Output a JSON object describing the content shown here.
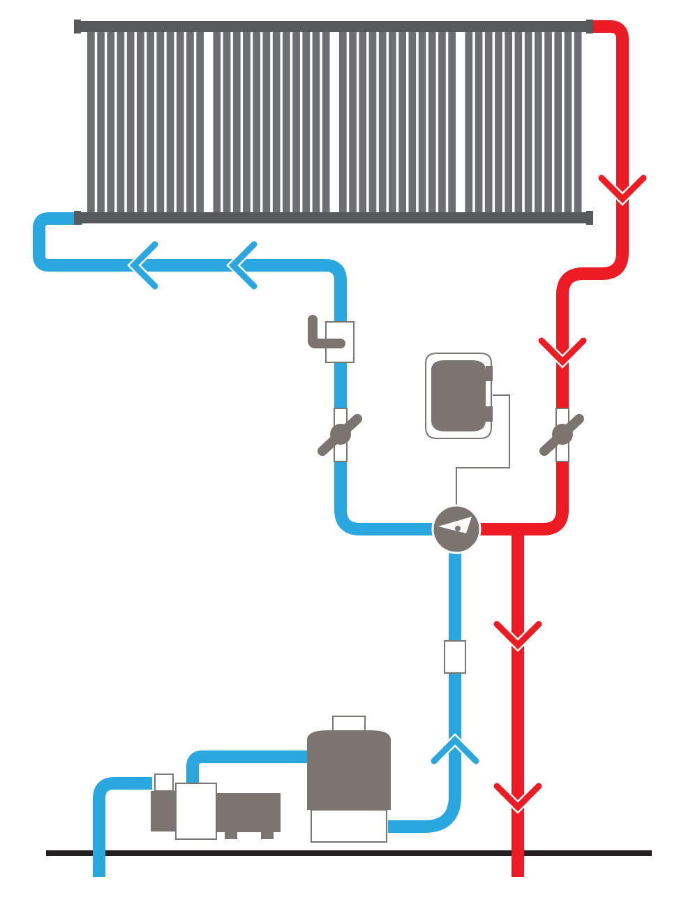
{
  "colors": {
    "cold_pipe": "#2aa7df",
    "hot_pipe": "#ed1c24",
    "equipment": "#7b7470",
    "panel_tube": "#6d6e71",
    "panel_header": "#58595b",
    "ground": "#231f20"
  },
  "components": {
    "solar_collector": {
      "panel_count": 4,
      "tubes_per_panel": 12,
      "icon": "solar-collector-icon"
    },
    "vacuum_breaker": {
      "icon": "vacuum-breaker-icon"
    },
    "isolation_valves": {
      "count": 2,
      "icon": "ball-valve-icon"
    },
    "controller": {
      "icon": "solar-controller-icon"
    },
    "diverter_valve": {
      "icon": "three-way-valve-icon"
    },
    "check_valve": {
      "icon": "check-valve-icon"
    },
    "pool_filter": {
      "icon": "pool-filter-icon"
    },
    "pump": {
      "icon": "pool-pump-icon"
    }
  },
  "flow_arrows": {
    "cold_return_count": 3,
    "hot_supply_count": 4
  }
}
